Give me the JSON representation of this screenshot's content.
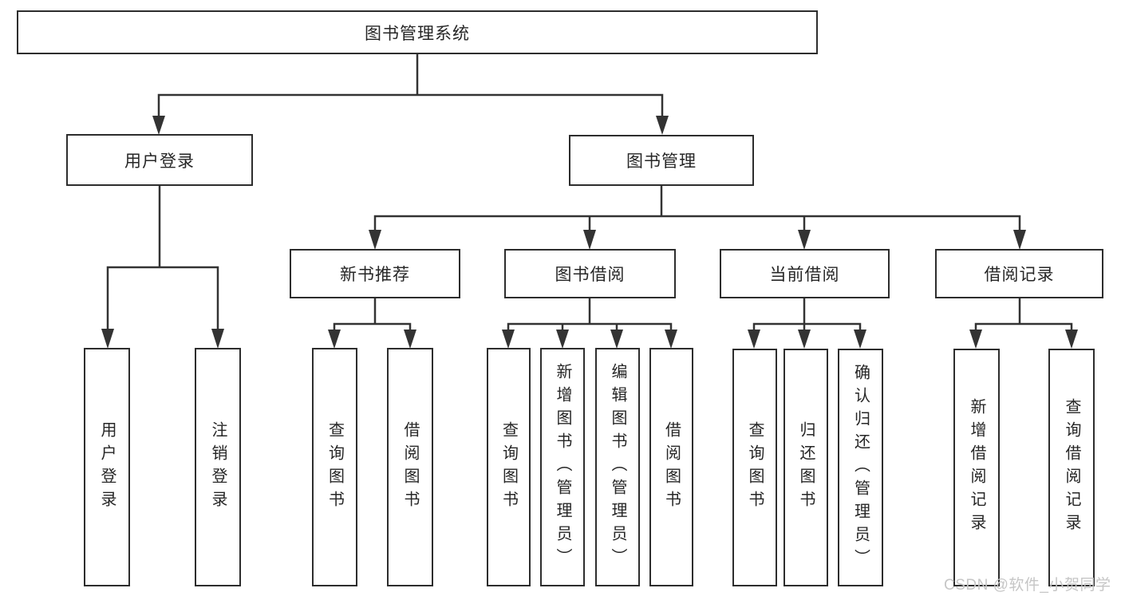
{
  "diagram": {
    "root": "图书管理系统",
    "children": [
      {
        "label": "用户登录",
        "children": [
          "用户登录",
          "注销登录"
        ]
      },
      {
        "label": "图书管理",
        "children": [
          {
            "label": "新书推荐",
            "children": [
              "查询图书",
              "借阅图书"
            ]
          },
          {
            "label": "图书借阅",
            "children": [
              "查询图书",
              "新增图书（管理员）",
              "编辑图书（管理员）",
              "借阅图书"
            ]
          },
          {
            "label": "当前借阅",
            "children": [
              "查询图书",
              "归还图书",
              "确认归还（管理员）"
            ]
          },
          {
            "label": "借阅记录",
            "children": [
              "新增借阅记录",
              "查询借阅记录"
            ]
          }
        ]
      }
    ]
  },
  "watermark": "CSDN @软件_小贺同学",
  "colors": {
    "line": "#333333",
    "box_border": "#2d2d2d",
    "text": "#262626",
    "watermark": "#c6c6c6",
    "background": "#ffffff"
  }
}
